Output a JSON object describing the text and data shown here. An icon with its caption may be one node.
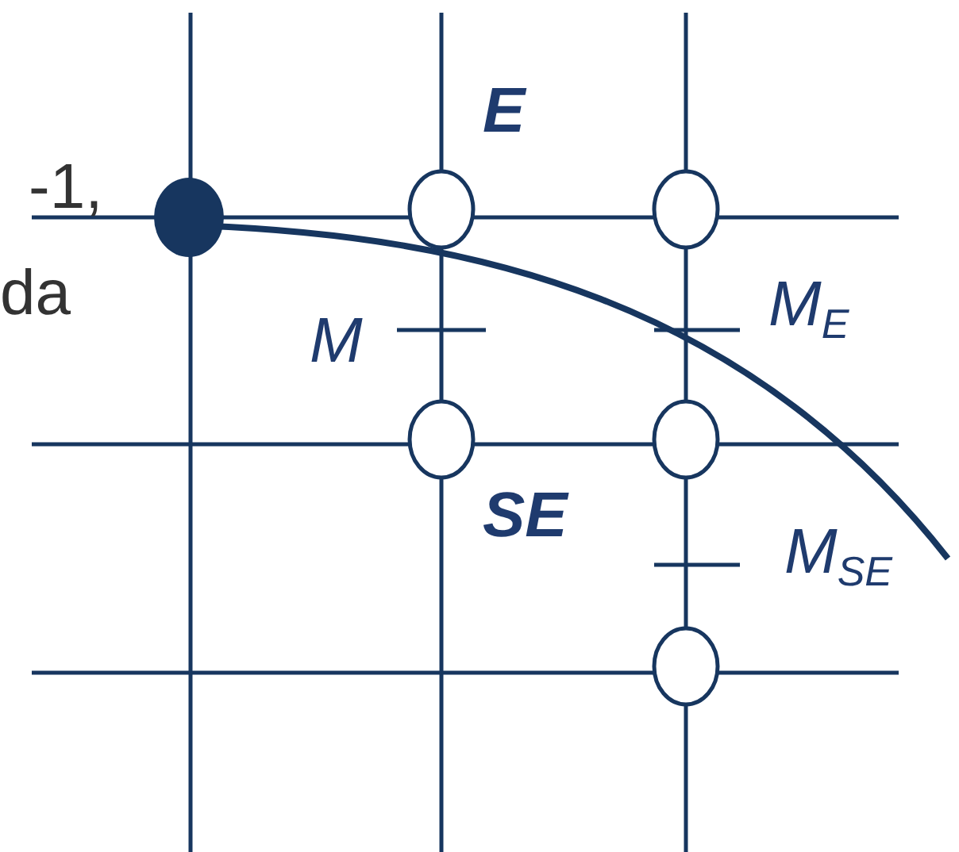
{
  "diagram": {
    "labels": [
      "-1,",
      "da",
      "E",
      "M",
      "M$_{E}$",
      "SE",
      "M$_{SE}$"
    ]
  }
}
